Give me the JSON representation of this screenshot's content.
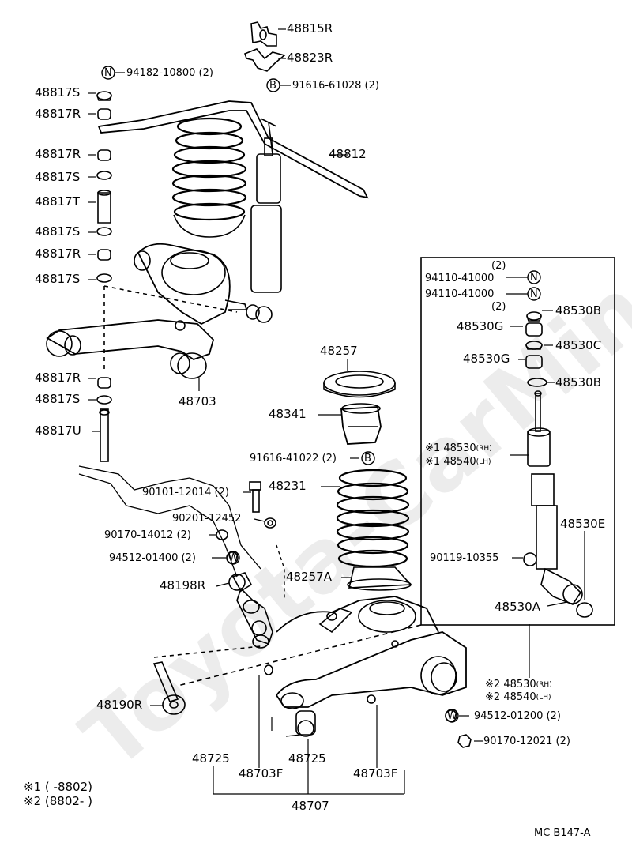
{
  "watermark": "Toyota-CarMine.ru",
  "diagram_code": "MC B147-A",
  "legend": {
    "note1_mark": "※1",
    "note1_text": "(      -8802)",
    "note2_mark": "※2",
    "note2_text": "(8802-      )"
  },
  "parts": {
    "p48815R": "48815R",
    "p48823R": "48823R",
    "p94182": "94182-10800",
    "p94182_qty": "(2)",
    "p91616_61028": "91616-61028",
    "p91616_61028_qty": "(2)",
    "p48817S_a": "48817S",
    "p48817R_a": "48817R",
    "p48812": "48812",
    "p48817R_b": "48817R",
    "p48817S_b": "48817S",
    "p48817T": "48817T",
    "p48817S_c": "48817S",
    "p48817R_c": "48817R",
    "p48817S_d": "48817S",
    "p48817R_d": "48817R",
    "p48817S_e": "48817S",
    "p48817U": "48817U",
    "p48703": "48703",
    "p48257": "48257",
    "p48341": "48341",
    "p91616_41022": "91616-41022",
    "p91616_41022_qty": "(2)",
    "p48231": "48231",
    "p90101": "90101-12014",
    "p90101_qty": "(2)",
    "p90201": "90201-12452",
    "p90170_14012": "90170-14012",
    "p90170_14012_qty": "(2)",
    "p94512_01400": "94512-01400",
    "p94512_01400_qty": "(2)",
    "p48198R": "48198R",
    "p48257A": "48257A",
    "p48190R": "48190R",
    "p48725_a": "48725",
    "p48725_b": "48725",
    "p48703F_a": "48703F",
    "p48703F_b": "48703F",
    "p48707": "48707",
    "p94512_01200": "94512-01200",
    "p94512_01200_qty": "(2)",
    "p90170_12021": "90170-12021",
    "p90170_12021_qty": "(2)",
    "p94110_a_qty": "(2)",
    "p94110_a": "94110-41000",
    "p94110_b": "94110-41000",
    "p94110_b_qty": "(2)",
    "p48530B_a": "48530B",
    "p48530G_a": "48530G",
    "p48530C": "48530C",
    "p48530G_b": "48530G",
    "p48530B_b": "48530B",
    "p48530_1_mark": "※1",
    "p48530_1": "48530",
    "p48530_1_side": "(RH)",
    "p48540_1_mark": "※1",
    "p48540_1": "48540",
    "p48540_1_side": "(LH)",
    "p48530E": "48530E",
    "p90119": "90119-10355",
    "p48530A": "48530A",
    "p48530_2_mark": "※2",
    "p48530_2": "48530",
    "p48530_2_side": "(RH)",
    "p48540_2_mark": "※2",
    "p48540_2": "48540",
    "p48540_2_side": "(LH)"
  },
  "symbols": {
    "nut_N": "N",
    "bolt_B": "B",
    "washer_W": "W"
  }
}
